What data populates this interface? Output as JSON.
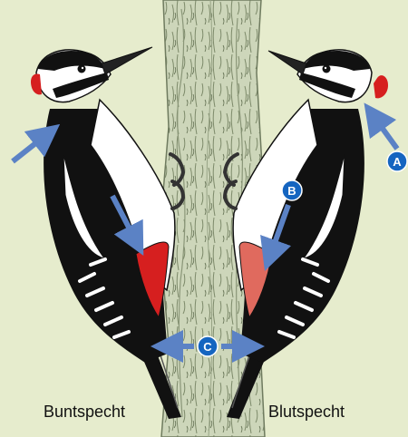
{
  "figure": {
    "markers": [
      {
        "letter": "A"
      },
      {
        "letter": "B"
      },
      {
        "letter": "C"
      }
    ],
    "captions": {
      "left_bird": "Buntspecht",
      "right_bird": "Blutspecht"
    }
  },
  "colors": {
    "background": "#e6eccd",
    "arrow": "#5b82c5",
    "badge": "#1565c0",
    "red": "#d61f1f",
    "pink_red": "#e06a5e",
    "trunk": "#c9d2b6",
    "black": "#111111",
    "white": "#ffffff"
  }
}
